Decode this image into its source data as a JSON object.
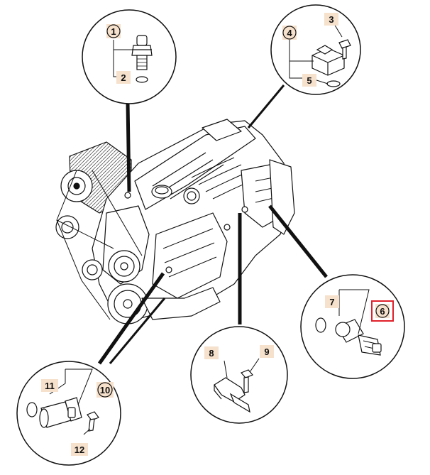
{
  "diagram": {
    "callouts": [
      {
        "id": "1",
        "label": "1",
        "style": "circle"
      },
      {
        "id": "2",
        "label": "2",
        "style": "plain"
      },
      {
        "id": "3",
        "label": "3",
        "style": "plain"
      },
      {
        "id": "4",
        "label": "4",
        "style": "circle"
      },
      {
        "id": "5",
        "label": "5",
        "style": "plain"
      },
      {
        "id": "6",
        "label": "6",
        "style": "circle-highlighted"
      },
      {
        "id": "7",
        "label": "7",
        "style": "plain"
      },
      {
        "id": "8",
        "label": "8",
        "style": "plain"
      },
      {
        "id": "9",
        "label": "9",
        "style": "plain"
      },
      {
        "id": "10",
        "label": "10",
        "style": "circle"
      },
      {
        "id": "11",
        "label": "11",
        "style": "plain"
      },
      {
        "id": "12",
        "label": "12",
        "style": "plain"
      }
    ],
    "colors": {
      "line": "#111111",
      "callout_fill": "#f6e1cc",
      "highlight_border": "#e0202a",
      "background": "#ffffff"
    }
  }
}
